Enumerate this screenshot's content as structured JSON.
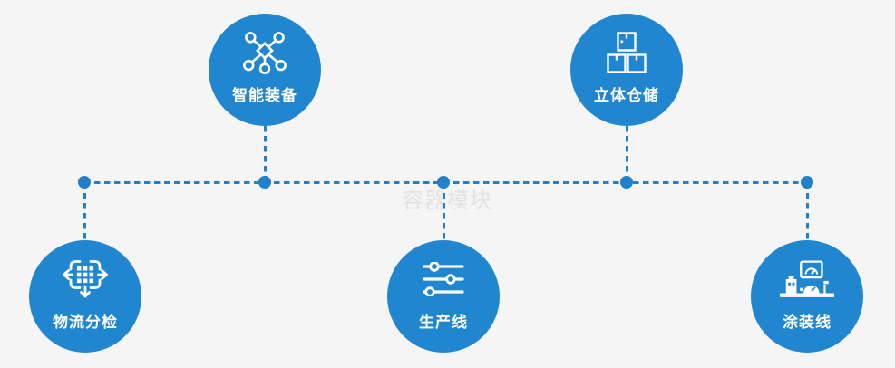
{
  "watermark": "容器模块",
  "colors": {
    "background": "#f5f5f5",
    "circle_blue": "#2186d0",
    "connector_blue": "#2280cb",
    "label_white": "#ffffff",
    "watermark_gray": "#e2e2e2"
  },
  "nodes": [
    {
      "label": "智能装备",
      "icon": "network-nodes-icon"
    },
    {
      "label": "立体仓储",
      "icon": "stacked-boxes-icon"
    },
    {
      "label": "物流分检",
      "icon": "distribute-arrows-icon"
    },
    {
      "label": "生产线",
      "icon": "sliders-icon"
    },
    {
      "label": "涂装线",
      "icon": "control-station-icon"
    }
  ]
}
